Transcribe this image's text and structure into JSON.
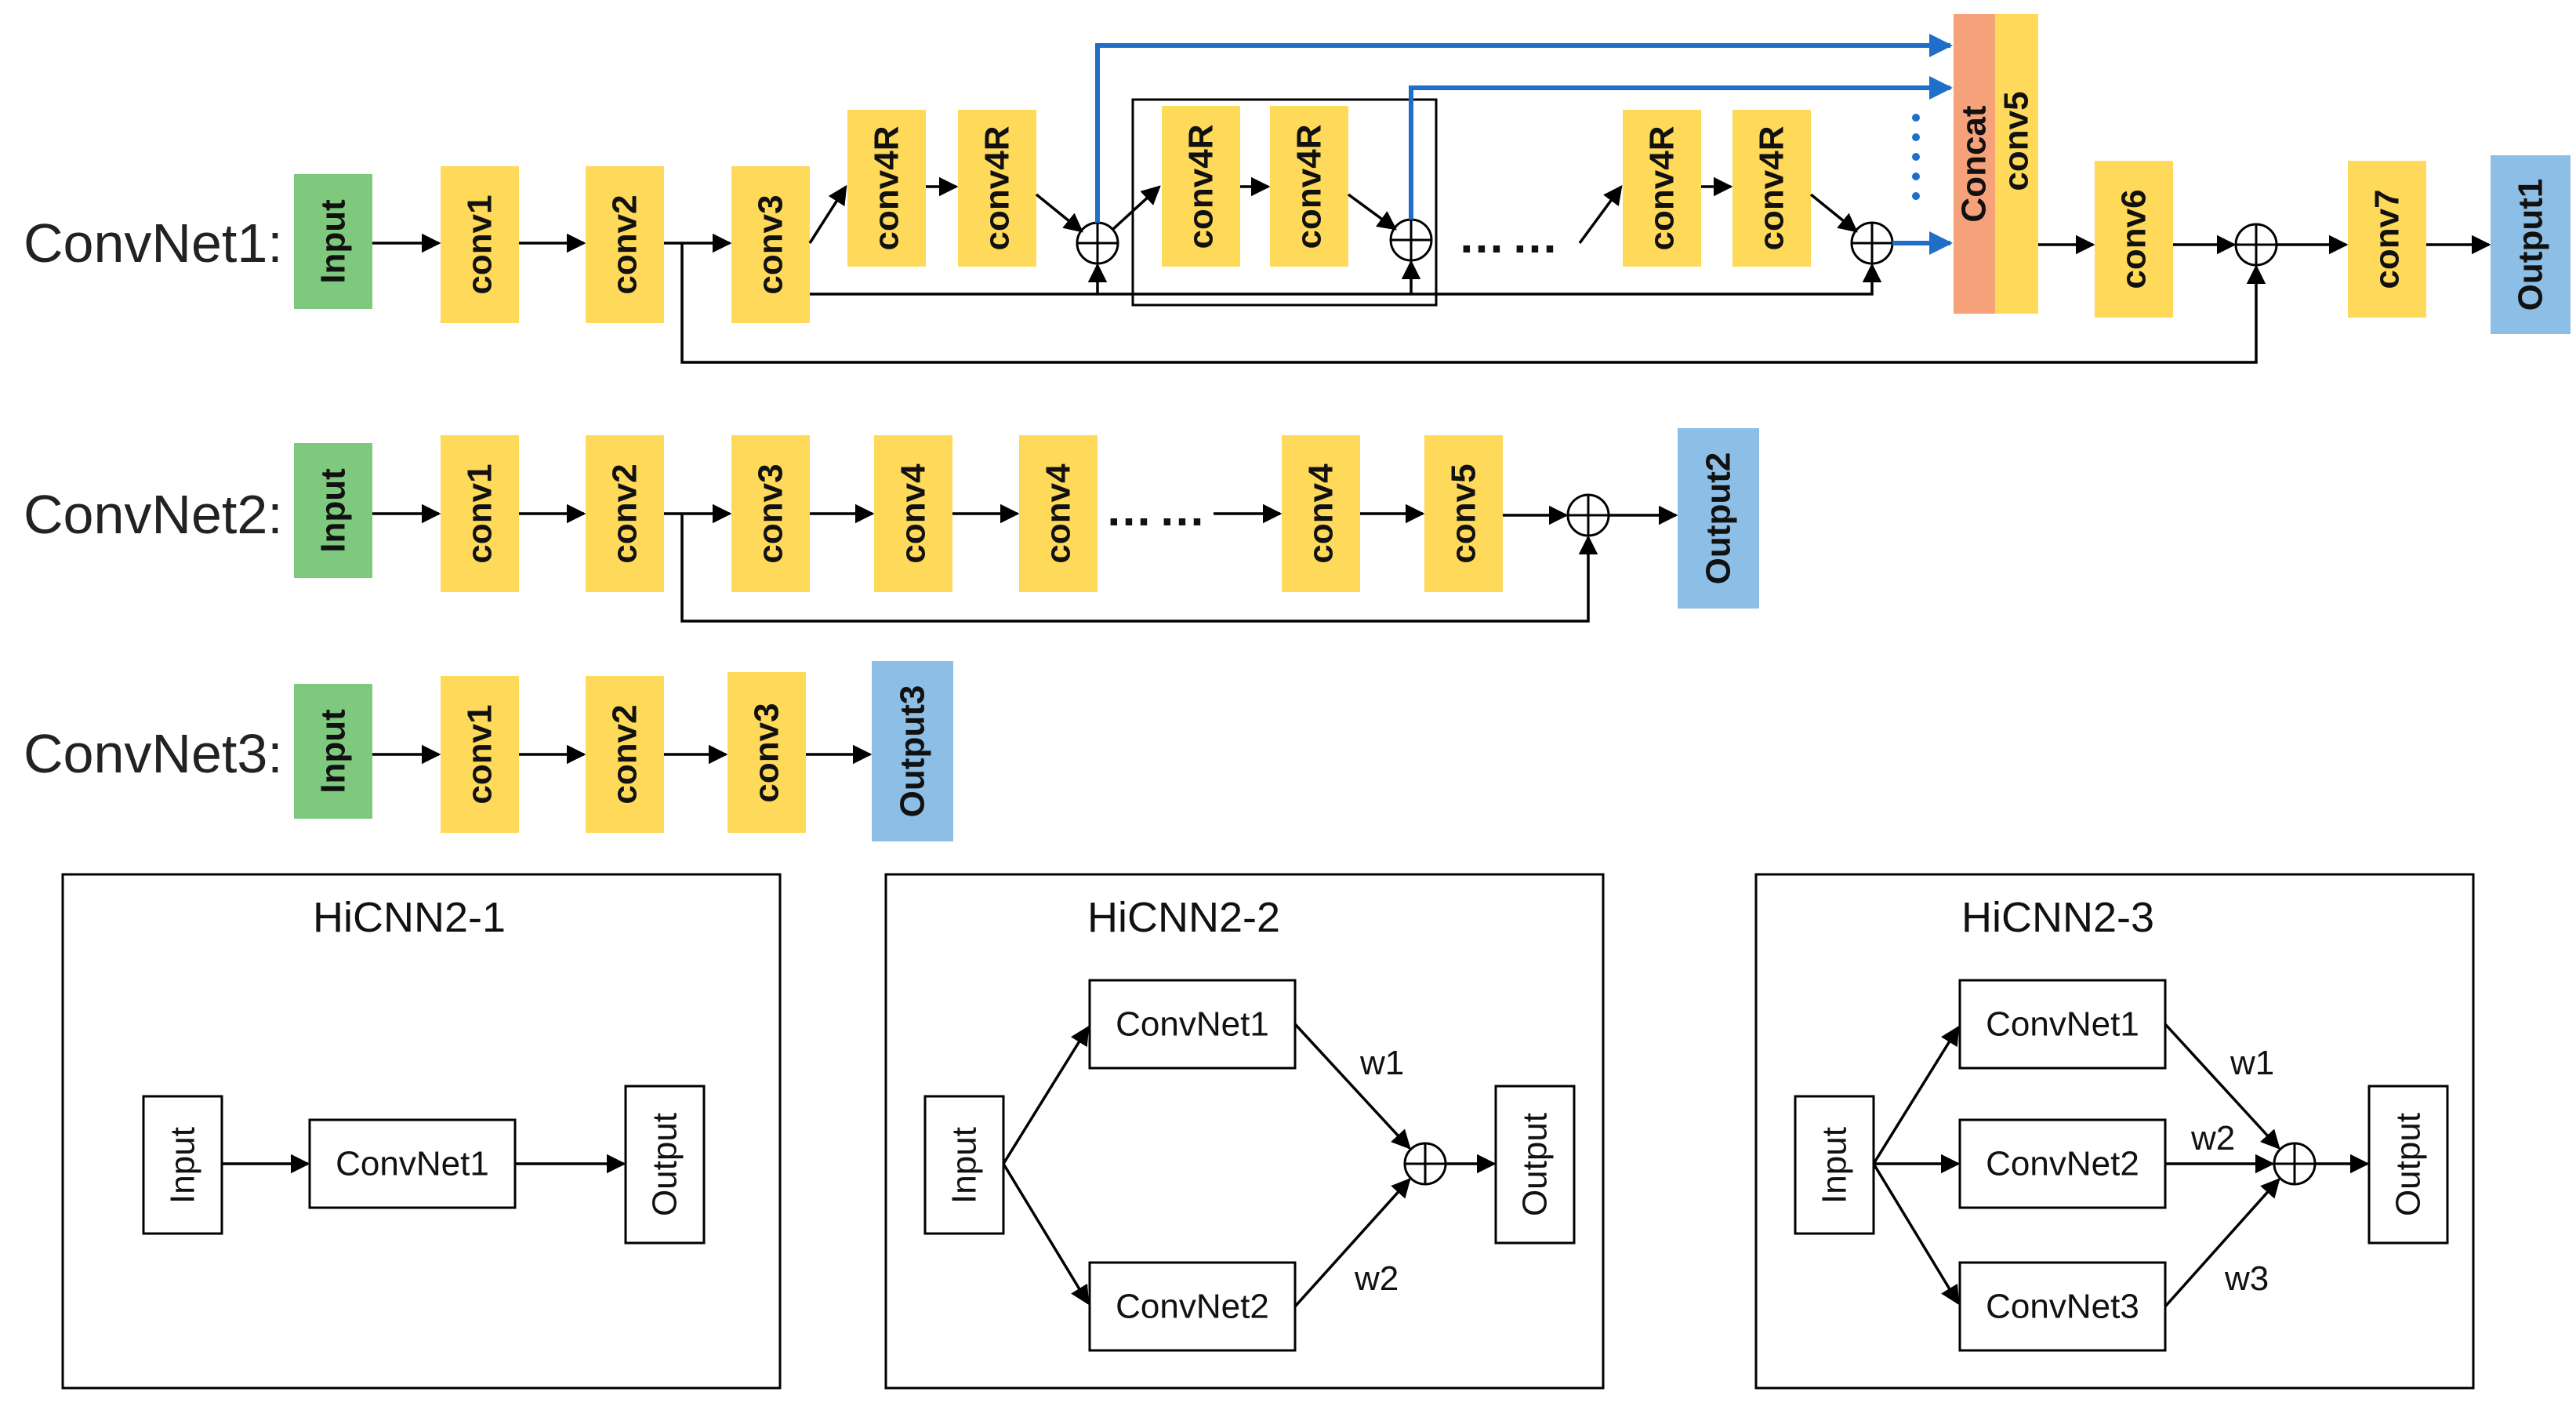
{
  "colors": {
    "input": "#7FC97F",
    "conv": "#FFD95A",
    "output": "#8DBEE5",
    "concat": "#F5A27A",
    "skip_blue": "#1F6FC8",
    "line": "#000000"
  },
  "convnet1": {
    "label": "ConvNet1:",
    "input": "Input",
    "conv1": "conv1",
    "conv2": "conv2",
    "conv3": "conv3",
    "conv4r": "conv4R",
    "dots": "……",
    "concat": "Concat",
    "conv5": "conv5",
    "conv6": "conv6",
    "conv7": "conv7",
    "output": "Output1"
  },
  "convnet2": {
    "label": "ConvNet2:",
    "input": "Input",
    "conv1": "conv1",
    "conv2": "conv2",
    "conv3": "conv3",
    "conv4": "conv4",
    "dots": "……",
    "conv5": "conv5",
    "output": "Output2"
  },
  "convnet3": {
    "label": "ConvNet3:",
    "input": "Input",
    "conv1": "conv1",
    "conv2": "conv2",
    "conv3": "conv3",
    "output": "Output3"
  },
  "hicnn2_1": {
    "title": "HiCNN2-1",
    "input": "Input",
    "net": "ConvNet1",
    "output": "Output"
  },
  "hicnn2_2": {
    "title": "HiCNN2-2",
    "input": "Input",
    "net1": "ConvNet1",
    "net2": "ConvNet2",
    "w1": "w1",
    "w2": "w2",
    "output": "Output"
  },
  "hicnn2_3": {
    "title": "HiCNN2-3",
    "input": "Input",
    "net1": "ConvNet1",
    "net2": "ConvNet2",
    "net3": "ConvNet3",
    "w1": "w1",
    "w2": "w2",
    "w3": "w3",
    "output": "Output"
  }
}
